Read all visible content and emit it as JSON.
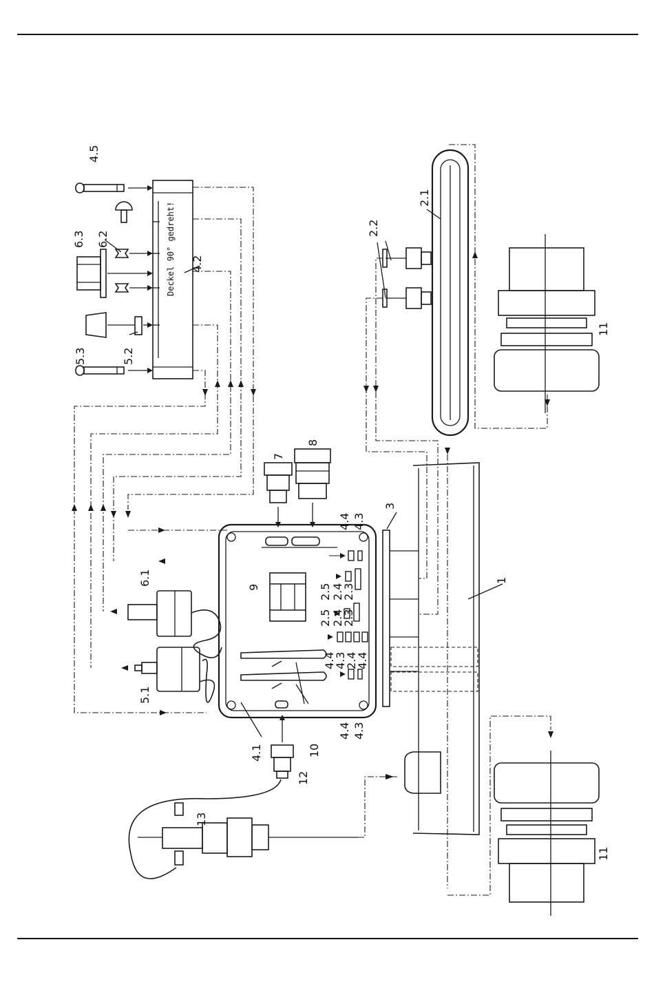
{
  "diagram": {
    "rotated_note": "Deckel 90° gedreht!",
    "labels": {
      "l_1": "1",
      "l_2_1": "2.1",
      "l_2_2": "2.2",
      "l_2_3": "2.3",
      "l_2_4": "2.4",
      "l_2_5": "2.5",
      "l_3": "3",
      "l_4_1": "4.1",
      "l_4_2": "4.2",
      "l_4_3": "4.3",
      "l_4_4": "4.4",
      "l_4_5": "4.5",
      "l_5_1": "5.1",
      "l_5_2": "5.2",
      "l_5_3": "5.3",
      "l_6_1": "6.1",
      "l_6_2": "6.2",
      "l_6_3": "6.3",
      "l_7": "7",
      "l_8": "8",
      "l_9": "9",
      "l_10": "10",
      "l_11": "11",
      "l_12": "12",
      "l_13": "13"
    }
  }
}
